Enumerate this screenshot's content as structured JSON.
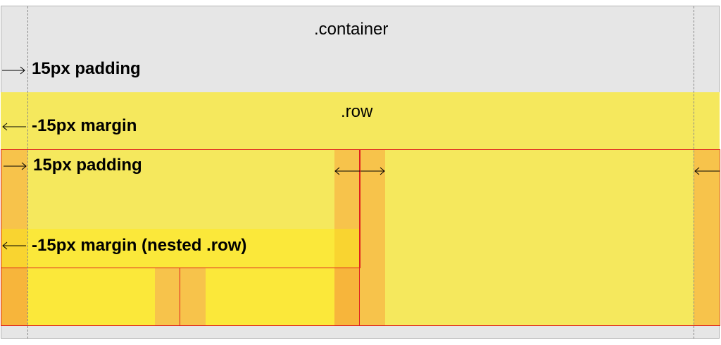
{
  "diagram": {
    "labels": {
      "container": ".container",
      "row": ".row",
      "container_padding": "15px padding",
      "row_margin": "-15px margin",
      "col_padding": "15px padding",
      "nested_row_margin": "-15px margin (nested .row)"
    },
    "colors": {
      "container_bg": "#e6e6e6",
      "row_bg": "#f5e85d",
      "gutter": "#f7c34b",
      "nested_row": "#fbe83a",
      "border_red": "#e0201e",
      "guide": "#888888"
    }
  }
}
